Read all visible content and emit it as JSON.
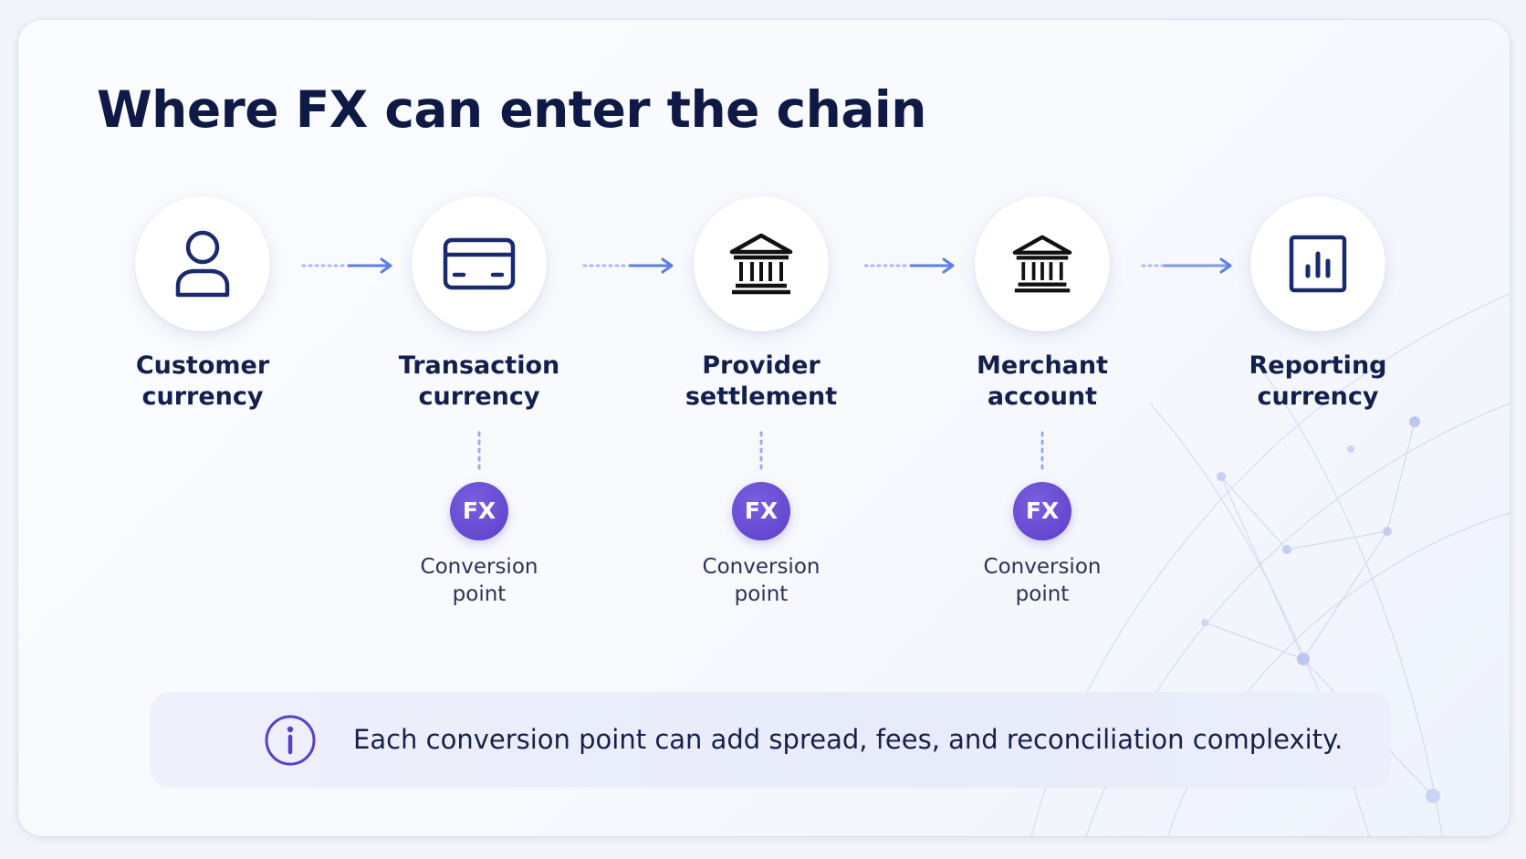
{
  "title": "Where FX can enter the chain",
  "stages": [
    {
      "label_line1": "Customer",
      "label_line2": "currency",
      "icon": "user-icon"
    },
    {
      "label_line1": "Transaction",
      "label_line2": "currency",
      "icon": "credit-card-icon"
    },
    {
      "label_line1": "Provider",
      "label_line2": "settlement",
      "icon": "bank-icon"
    },
    {
      "label_line1": "Merchant",
      "label_line2": "account",
      "icon": "bank-icon"
    },
    {
      "label_line1": "Reporting",
      "label_line2": "currency",
      "icon": "bar-chart-icon"
    }
  ],
  "conversion_points": [
    {
      "stage_index": 1,
      "badge": "FX",
      "caption_line1": "Conversion",
      "caption_line2": "point"
    },
    {
      "stage_index": 2,
      "badge": "FX",
      "caption_line1": "Conversion",
      "caption_line2": "point"
    },
    {
      "stage_index": 3,
      "badge": "FX",
      "caption_line1": "Conversion",
      "caption_line2": "point"
    }
  ],
  "note": {
    "icon": "info-icon",
    "text": "Each conversion point can add spread, fees, and reconciliation complexity."
  },
  "colors": {
    "title": "#0e1a45",
    "icon_stroke": "#1a2a6c",
    "accent_purple": "#5a3ec8",
    "arrow_blue": "#5b7fe6",
    "note_bg": "#e8ebfa"
  }
}
